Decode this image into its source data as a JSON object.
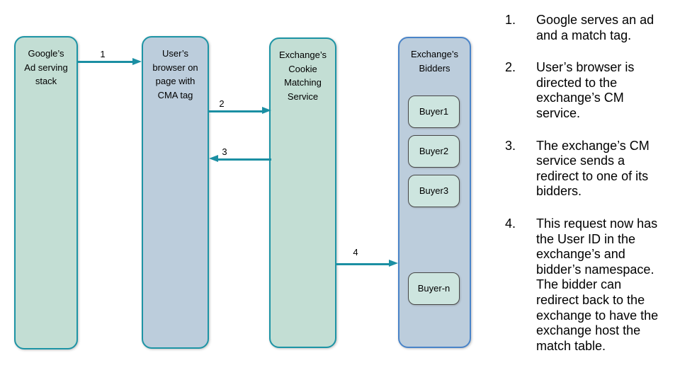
{
  "diagram": {
    "colors": {
      "teal_border": "#1d94a5",
      "blue_border": "#4a84c8",
      "green_fill": "#c3ded4",
      "blue_fill": "#bccddc",
      "buyer_fill": "#cde5df",
      "buyer_border": "#474747",
      "arrow": "#1b8fa3",
      "text": "#000000"
    },
    "nodes": {
      "google": {
        "label": "Google’s\nAd serving\nstack"
      },
      "browser": {
        "label": "User’s\nbrowser on\npage with\nCMA tag"
      },
      "cm_service": {
        "label": "Exchange’s\nCookie\nMatching\nService"
      },
      "bidders": {
        "label": "Exchange’s\nBidders",
        "buyers": [
          "Buyer1",
          "Buyer2",
          "Buyer3",
          "Buyer-n"
        ]
      }
    },
    "arrows": [
      {
        "label": "1",
        "from": "google",
        "to": "browser"
      },
      {
        "label": "2",
        "from": "browser",
        "to": "cm_service"
      },
      {
        "label": "3",
        "from": "cm_service",
        "to": "browser"
      },
      {
        "label": "4",
        "from": "cm_service",
        "to": "bidders"
      }
    ]
  },
  "steps": {
    "items": [
      {
        "number": "1.",
        "text": "Google serves an ad and a match tag."
      },
      {
        "number": "2.",
        "text": "User’s browser is directed to the exchange’s CM service."
      },
      {
        "number": "3.",
        "text": "The exchange’s CM service sends a redirect to one of its bidders."
      },
      {
        "number": "4.",
        "text": "This request now has the User ID in the exchange’s and bidder’s namespace. The bidder can redirect back to the exchange to have the exchange host the match table."
      }
    ]
  }
}
